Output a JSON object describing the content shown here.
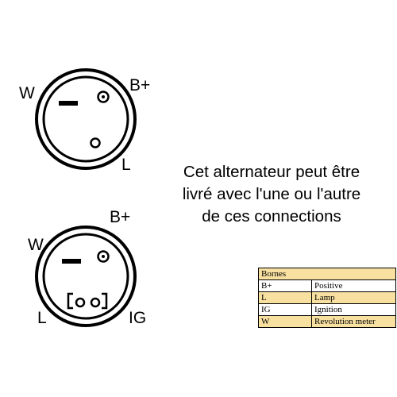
{
  "connector_top": {
    "labels": {
      "w": "W",
      "b_plus": "B+",
      "l": "L"
    }
  },
  "connector_bottom": {
    "labels": {
      "w": "W",
      "b_plus": "B+",
      "l": "L",
      "ig": "IG"
    }
  },
  "caption": {
    "line1": "Cet alternateur peut être",
    "line2": "livré avec l'une ou l'autre",
    "line3": "de ces connections"
  },
  "legend": {
    "title": "Bornes",
    "rows": [
      {
        "code": "B+",
        "meaning": "Positive",
        "highlight": false
      },
      {
        "code": "L",
        "meaning": "Lamp",
        "highlight": true
      },
      {
        "code": "IG",
        "meaning": "Ignition",
        "highlight": false
      },
      {
        "code": "W",
        "meaning": "Revolution meter",
        "highlight": true
      }
    ],
    "highlight_color": "#f7e0a0"
  }
}
